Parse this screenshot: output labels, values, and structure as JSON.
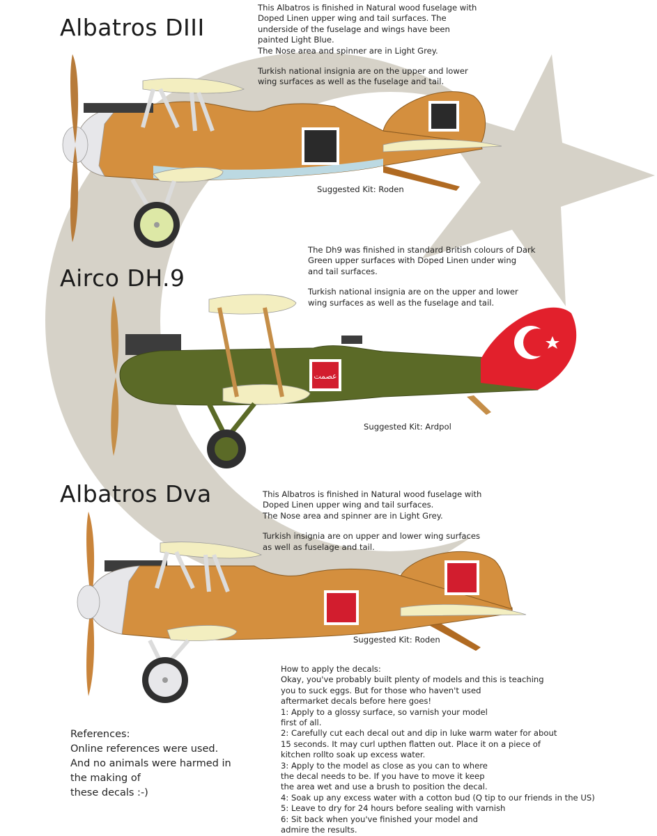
{
  "colors": {
    "background": "#ffffff",
    "crescent_star": "#d6d2c8",
    "natural_wood": "#d48f3e",
    "natural_wood_dark": "#b06a22",
    "light_blue": "#bcd9e2",
    "light_grey": "#e7e7ea",
    "doped_linen": "#f3eec0",
    "dark_green": "#5b6a27",
    "turkish_red": "#e2202c",
    "insignia_black": "#2a2a2a",
    "insignia_red": "#d21d2e"
  },
  "aircraft": [
    {
      "title": "Albatros DIII",
      "description": [
        "This Albatros is finished in Natural wood fuselage with",
        "Doped Linen upper wing and tail surfaces. The",
        "underside of the fuselage and wings have been",
        "painted Light Blue.",
        "The Nose area and spinner are in Light Grey.",
        "",
        "Turkish national insignia are on the upper and lower",
        "wing surfaces as well as the fuselage and tail."
      ],
      "kit": "Suggested Kit: Roden"
    },
    {
      "title": "Airco DH.9",
      "description": [
        "The Dh9 was finished in standard British colours of Dark",
        "Green upper surfaces with Doped Linen under wing",
        "and tail surfaces.",
        "",
        "Turkish national insignia are on the upper and lower",
        "wing surfaces as well as the fuselage and tail."
      ],
      "kit": "Suggested Kit: Ardpol",
      "fuselage_marking": "عصمت"
    },
    {
      "title": "Albatros Dva",
      "description": [
        "This Albatros is finished in Natural wood fuselage with",
        "Doped Linen upper wing and tail surfaces.",
        "The Nose area and spinner are in Light Grey.",
        "",
        "Turkish insignia are on upper and lower wing surfaces",
        "as well as fuselage and tail."
      ],
      "kit": "Suggested Kit: Roden"
    }
  ],
  "references": [
    "References:",
    "Online references were used.",
    "And no animals were harmed in",
    "the making of",
    "these decals :-)"
  ],
  "instructions": [
    "How to apply the decals:",
    "Okay, you've probably built plenty of models and this is teaching",
    "you to suck eggs. But for those who haven't used",
    "aftermarket decals before here goes!",
    "1: Apply to a glossy surface, so varnish your model",
    "first of all.",
    "2: Carefully cut each decal out and dip in luke warm water for about",
    "15 seconds. It may curl upthen flatten out. Place it on a piece of",
    "kitchen rollto soak up excess water.",
    "3: Apply to the model as close as you can to where",
    "the decal needs to be. If you have to move it keep",
    "the area wet and use a brush to position the decal.",
    "4: Soak up any excess water with a cotton bud (Q tip to our friends in the US)",
    "5: Leave to dry for 24 hours before sealing with varnish",
    "6: Sit back when you've finished your model and",
    "admire the results."
  ]
}
